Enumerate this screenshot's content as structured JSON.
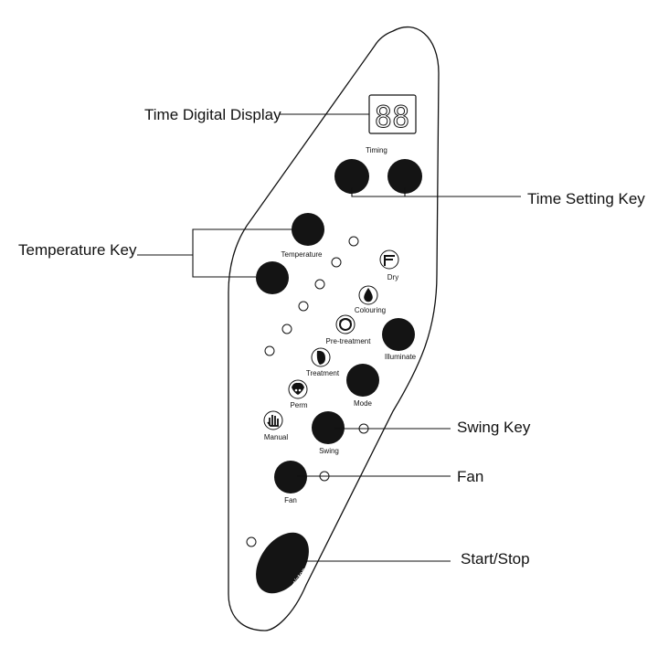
{
  "callouts": {
    "time_digital_display": "Time Digital Display",
    "time_setting_key": "Time Setting Key",
    "temperature_key": "Temperature Key",
    "swing_key": "Swing Key",
    "fan": "Fan",
    "start_stop": "Start/Stop"
  },
  "panel_labels": {
    "timing": "Timing",
    "temperature": "Temperature",
    "dry": "Dry",
    "colouring": "Colouring",
    "pre_treatment": "Pre-treatment",
    "illuminate": "Illuminate",
    "treatment": "Treatment",
    "mode": "Mode",
    "perm": "Perm",
    "manual": "Manual",
    "swing": "Swing",
    "fan": "Fan",
    "start_stop": "Start/stop"
  },
  "display": {
    "digits": "88"
  },
  "icons": {
    "dry": "hair-dryer-icon",
    "colouring": "drop-icon",
    "pre_treatment": "head-icon",
    "treatment": "head-profile-icon",
    "perm": "curly-head-icon",
    "manual": "hand-icon"
  }
}
